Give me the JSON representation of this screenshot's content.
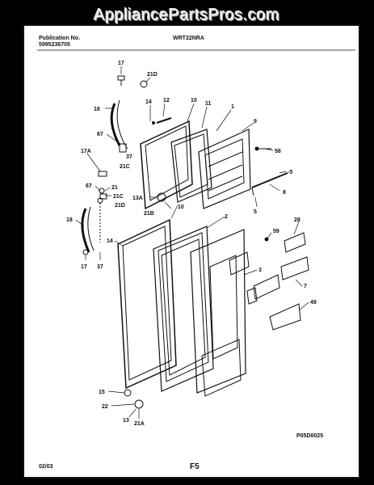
{
  "watermark": "AppliancePartsPros.com",
  "header": {
    "publication_label": "Publication No.",
    "publication_number": "5995236705",
    "model": "WRT22NRA"
  },
  "footer": {
    "date": "02/03",
    "page": "F5",
    "drawing_code": "P05D0025"
  },
  "callouts": [
    {
      "id": "c17a",
      "text": "17"
    },
    {
      "id": "c21d_top",
      "text": "21D"
    },
    {
      "id": "c12",
      "text": "12"
    },
    {
      "id": "c10_top",
      "text": "10"
    },
    {
      "id": "c11",
      "text": "11"
    },
    {
      "id": "c1",
      "text": "1"
    },
    {
      "id": "c18_top",
      "text": "18"
    },
    {
      "id": "c14_top",
      "text": "14"
    },
    {
      "id": "c9",
      "text": "9"
    },
    {
      "id": "c67_top",
      "text": "67"
    },
    {
      "id": "c37_top",
      "text": "37"
    },
    {
      "id": "c21c_top",
      "text": "21C"
    },
    {
      "id": "c58",
      "text": "58"
    },
    {
      "id": "c17A",
      "text": "17A"
    },
    {
      "id": "c5_right",
      "text": "-5"
    },
    {
      "id": "c8",
      "text": "8"
    },
    {
      "id": "c67_mid",
      "text": "67"
    },
    {
      "id": "c21",
      "text": "21"
    },
    {
      "id": "c21c_mid",
      "text": "21C"
    },
    {
      "id": "c13a",
      "text": "13A"
    },
    {
      "id": "c21d_mid",
      "text": "21D"
    },
    {
      "id": "c21b",
      "text": "21B"
    },
    {
      "id": "c10_mid",
      "text": "10"
    },
    {
      "id": "c5_low",
      "text": "5"
    },
    {
      "id": "c2",
      "text": "2"
    },
    {
      "id": "c28",
      "text": "28"
    },
    {
      "id": "c18_mid",
      "text": "18"
    },
    {
      "id": "c59",
      "text": "59"
    },
    {
      "id": "c14_mid",
      "text": "14"
    },
    {
      "id": "c17_low",
      "text": "17"
    },
    {
      "id": "c37_low",
      "text": "37"
    },
    {
      "id": "c3",
      "text": "3"
    },
    {
      "id": "c7",
      "text": "7"
    },
    {
      "id": "c49",
      "text": "49"
    },
    {
      "id": "c15",
      "text": "15"
    },
    {
      "id": "c22",
      "text": "22"
    },
    {
      "id": "c13",
      "text": "13"
    },
    {
      "id": "c21a",
      "text": "21A"
    }
  ]
}
